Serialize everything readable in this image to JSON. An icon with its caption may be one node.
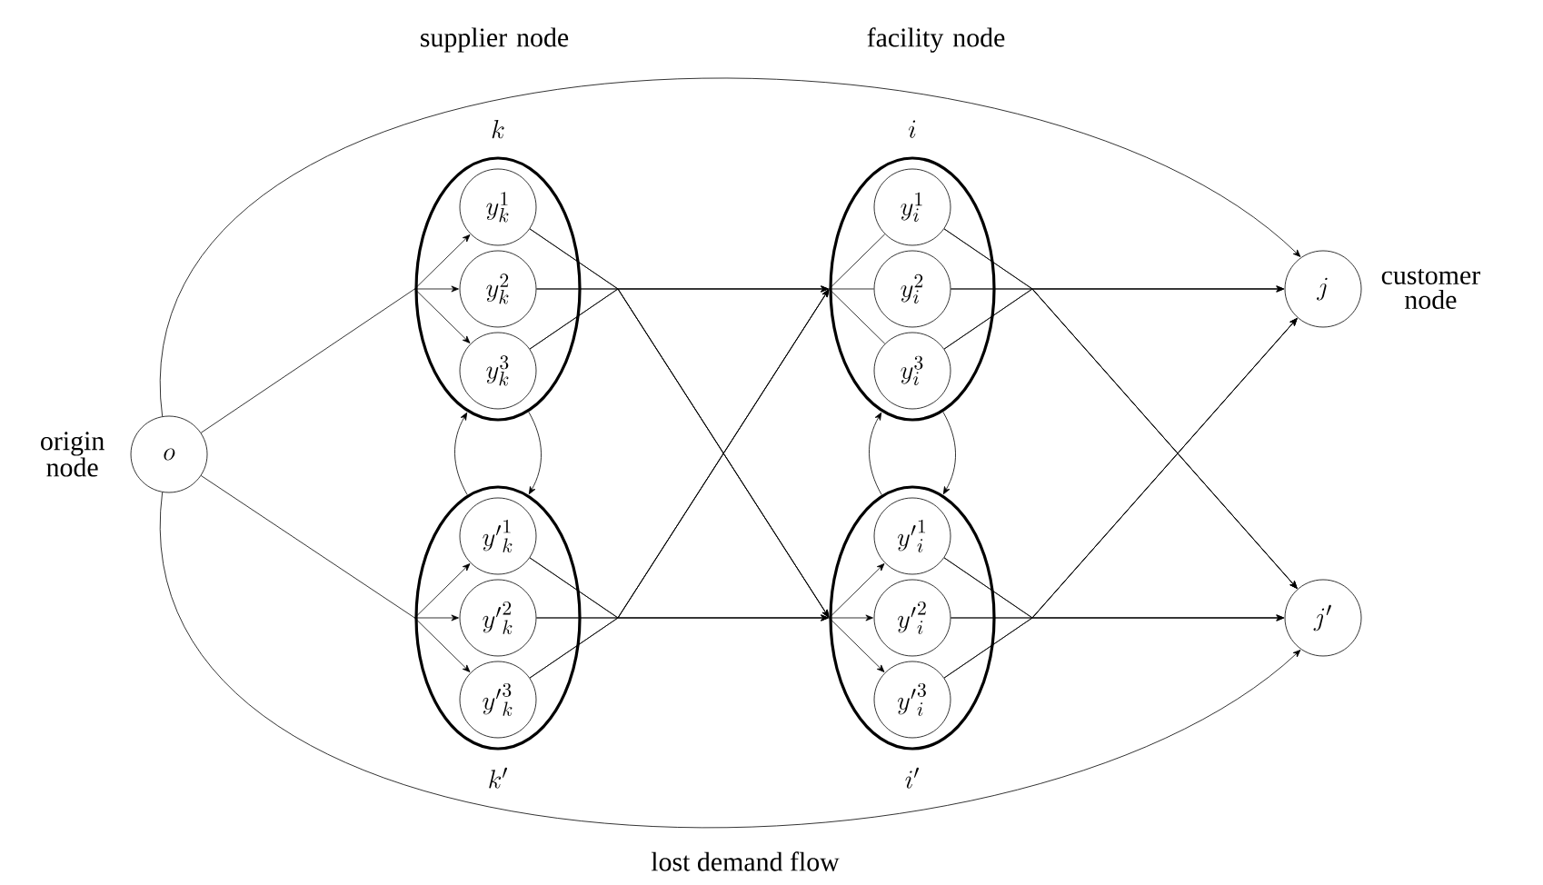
{
  "diagram": {
    "nodes": [
      {
        "text": [
          "o"
        ],
        "beside": [
          "origin node"
        ]
      },
      {
        "text": [
          "k"
        ],
        "beside": [
          "supplier node"
        ]
      },
      {
        "text": [
          "y_k^1"
        ],
        "in": 1
      },
      {
        "text": [
          "y_k^2"
        ],
        "in": 1
      },
      {
        "text": [
          "y_k^3"
        ],
        "in": 1
      },
      {
        "text": [
          "k'"
        ]
      },
      {
        "text": [
          "{y'}^1_k"
        ],
        "in": 5
      },
      {
        "text": [
          "{y'}^2_k"
        ],
        "in": 5
      },
      {
        "text": [
          "{y'}^3_k"
        ],
        "in": 5
      },
      {
        "text": [
          "i"
        ],
        "beside": [
          "facility node"
        ]
      },
      {
        "text": [
          "y_i^1"
        ],
        "in": 9
      },
      {
        "text": [
          "y_i^2"
        ],
        "in": 9
      },
      {
        "text": [
          "y_i^3"
        ],
        "in": 9
      },
      {
        "text": [
          "i'"
        ]
      },
      {
        "text": [
          "{y'}^1_i"
        ],
        "in": 13
      },
      {
        "text": [
          "{y'}^2_i"
        ],
        "in": 13
      },
      {
        "text": [
          "{y'}^3_i"
        ],
        "in": 13
      },
      {
        "text": [
          "j"
        ],
        "beside": [
          "customer node"
        ]
      },
      {
        "text": [
          "j'"
        ]
      }
    ],
    "edges": [
      {
        "from": 0,
        "to": 1,
        "arrow": "none"
      },
      {
        "from": 0,
        "to": 5,
        "arrow": "none"
      },
      {
        "from": 1,
        "to": 2,
        "arrow": "to"
      },
      {
        "from": 1,
        "to": 3,
        "arrow": "to"
      },
      {
        "from": 1,
        "to": 4,
        "arrow": "to"
      },
      {
        "from": 5,
        "to": 6,
        "arrow": "to"
      },
      {
        "from": 5,
        "to": 7,
        "arrow": "to"
      },
      {
        "from": 5,
        "to": 8,
        "arrow": "to"
      },
      {
        "from": 5,
        "to": 1,
        "arrow": "to"
      },
      {
        "from": 1,
        "to": 5,
        "arrow": "to"
      },
      {
        "from": 2,
        "to": 9,
        "arrow": "to"
      },
      {
        "from": 2,
        "to": 13,
        "arrow": "to"
      },
      {
        "from": 3,
        "to": 9,
        "arrow": "to"
      },
      {
        "from": 3,
        "to": 13,
        "arrow": "to"
      },
      {
        "from": 4,
        "to": 9,
        "arrow": "to"
      },
      {
        "from": 4,
        "to": 13,
        "arrow": "to"
      },
      {
        "from": 6,
        "to": 9,
        "arrow": "to"
      },
      {
        "from": 6,
        "to": 13,
        "arrow": "to"
      },
      {
        "from": 7,
        "to": 9,
        "arrow": "to"
      },
      {
        "from": 7,
        "to": 13,
        "arrow": "to"
      },
      {
        "from": 8,
        "to": 9,
        "arrow": "to"
      },
      {
        "from": 8,
        "to": 13,
        "arrow": "to"
      },
      {
        "from": 9,
        "to": 10,
        "arrow": "none"
      },
      {
        "from": 9,
        "to": 11,
        "arrow": "none"
      },
      {
        "from": 9,
        "to": 12,
        "arrow": "none"
      },
      {
        "from": 13,
        "to": 14,
        "arrow": "to"
      },
      {
        "from": 13,
        "to": 15,
        "arrow": "to"
      },
      {
        "from": 13,
        "to": 16,
        "arrow": "to"
      },
      {
        "from": 13,
        "to": 9,
        "arrow": "to"
      },
      {
        "from": 9,
        "to": 13,
        "arrow": "to"
      },
      {
        "from": 10,
        "to": 17,
        "arrow": "to"
      },
      {
        "from": 10,
        "to": 18,
        "arrow": "to"
      },
      {
        "from": 11,
        "to": 17,
        "arrow": "to"
      },
      {
        "from": 11,
        "to": 18,
        "arrow": "to"
      },
      {
        "from": 12,
        "to": 17,
        "arrow": "to"
      },
      {
        "from": 12,
        "to": 18,
        "arrow": "to"
      },
      {
        "from": 14,
        "to": 17,
        "arrow": "to"
      },
      {
        "from": 14,
        "to": 18,
        "arrow": "to"
      },
      {
        "from": 15,
        "to": 17,
        "arrow": "to"
      },
      {
        "from": 15,
        "to": 18,
        "arrow": "to"
      },
      {
        "from": 16,
        "to": 17,
        "arrow": "to"
      },
      {
        "from": 16,
        "to": 18,
        "arrow": "to"
      },
      {
        "from": 0,
        "to": 17,
        "arrow": "to"
      },
      {
        "from": 0,
        "to": 18,
        "arrow": "to",
        "label": "lost demand flow"
      }
    ]
  }
}
